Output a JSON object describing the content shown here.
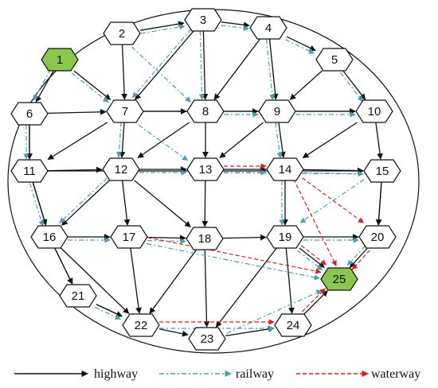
{
  "colors": {
    "highway": "#111111",
    "railway": "#4a9fb5",
    "waterway": "#d42020",
    "node_fill": "#ffffff",
    "node_stroke": "#111111",
    "highlight_fill": "#8cc64f"
  },
  "highlighted": [
    "1",
    "25"
  ],
  "nodes": [
    "1",
    "2",
    "3",
    "4",
    "5",
    "6",
    "7",
    "8",
    "9",
    "10",
    "11",
    "12",
    "13",
    "14",
    "15",
    "16",
    "17",
    "18",
    "19",
    "20",
    "21",
    "22",
    "23",
    "24",
    "25"
  ],
  "legend": {
    "highway": "highway",
    "railway": "railway",
    "waterway": "waterway"
  },
  "edges": {
    "highway": [
      [
        "1",
        "7"
      ],
      [
        "2",
        "7"
      ],
      [
        "3",
        "7"
      ],
      [
        "3",
        "8"
      ],
      [
        "4",
        "8"
      ],
      [
        "4",
        "9"
      ],
      [
        "5",
        "9"
      ],
      [
        "6",
        "7"
      ],
      [
        "7",
        "8"
      ],
      [
        "8",
        "9"
      ],
      [
        "9",
        "10"
      ],
      [
        "7",
        "11"
      ],
      [
        "7",
        "12"
      ],
      [
        "8",
        "12"
      ],
      [
        "8",
        "13"
      ],
      [
        "9",
        "13"
      ],
      [
        "9",
        "14"
      ],
      [
        "10",
        "14"
      ],
      [
        "6",
        "11"
      ],
      [
        "11",
        "12"
      ],
      [
        "12",
        "13"
      ],
      [
        "13",
        "14"
      ],
      [
        "14",
        "15"
      ],
      [
        "11",
        "16"
      ],
      [
        "12",
        "16"
      ],
      [
        "12",
        "17"
      ],
      [
        "12",
        "18"
      ],
      [
        "13",
        "18"
      ],
      [
        "14",
        "19"
      ],
      [
        "15",
        "20"
      ],
      [
        "16",
        "17"
      ],
      [
        "17",
        "18"
      ],
      [
        "18",
        "19"
      ],
      [
        "19",
        "20"
      ],
      [
        "16",
        "21"
      ],
      [
        "16",
        "22"
      ],
      [
        "17",
        "22"
      ],
      [
        "18",
        "22"
      ],
      [
        "18",
        "23"
      ],
      [
        "19",
        "23"
      ],
      [
        "19",
        "24"
      ],
      [
        "20",
        "25"
      ],
      [
        "19",
        "25"
      ],
      [
        "21",
        "22"
      ],
      [
        "22",
        "23"
      ],
      [
        "23",
        "24"
      ],
      [
        "24",
        "25"
      ],
      [
        "11",
        "15"
      ],
      [
        "7",
        "10"
      ],
      [
        "1",
        "6"
      ],
      [
        "2",
        "3"
      ],
      [
        "3",
        "4"
      ],
      [
        "4",
        "5"
      ],
      [
        "5",
        "10"
      ],
      [
        "10",
        "15"
      ],
      [
        "15",
        "20"
      ],
      [
        "6",
        "11"
      ],
      [
        "11",
        "16"
      ],
      [
        "16",
        "21"
      ],
      [
        "21",
        "22"
      ]
    ],
    "railway": [
      [
        "1",
        "7"
      ],
      [
        "2",
        "3"
      ],
      [
        "3",
        "4"
      ],
      [
        "4",
        "5"
      ],
      [
        "2",
        "8"
      ],
      [
        "3",
        "8"
      ],
      [
        "4",
        "9"
      ],
      [
        "5",
        "10"
      ],
      [
        "7",
        "12"
      ],
      [
        "8",
        "9"
      ],
      [
        "9",
        "10"
      ],
      [
        "12",
        "13"
      ],
      [
        "13",
        "14"
      ],
      [
        "14",
        "15"
      ],
      [
        "6",
        "11"
      ],
      [
        "11",
        "16"
      ],
      [
        "12",
        "16"
      ],
      [
        "16",
        "17"
      ],
      [
        "17",
        "18"
      ],
      [
        "19",
        "20"
      ],
      [
        "14",
        "19"
      ],
      [
        "15",
        "19"
      ],
      [
        "9",
        "14"
      ],
      [
        "20",
        "25"
      ],
      [
        "19",
        "25"
      ],
      [
        "17",
        "25"
      ],
      [
        "22",
        "24"
      ],
      [
        "21",
        "22"
      ],
      [
        "13",
        "15"
      ],
      [
        "1",
        "6"
      ],
      [
        "7",
        "13"
      ],
      [
        "3",
        "7"
      ],
      [
        "23",
        "25"
      ]
    ],
    "waterway": [
      [
        "13",
        "14"
      ],
      [
        "14",
        "20"
      ],
      [
        "17",
        "25"
      ],
      [
        "19",
        "25"
      ],
      [
        "22",
        "24"
      ],
      [
        "14",
        "25"
      ],
      [
        "20",
        "25"
      ],
      [
        "24",
        "25"
      ]
    ]
  }
}
